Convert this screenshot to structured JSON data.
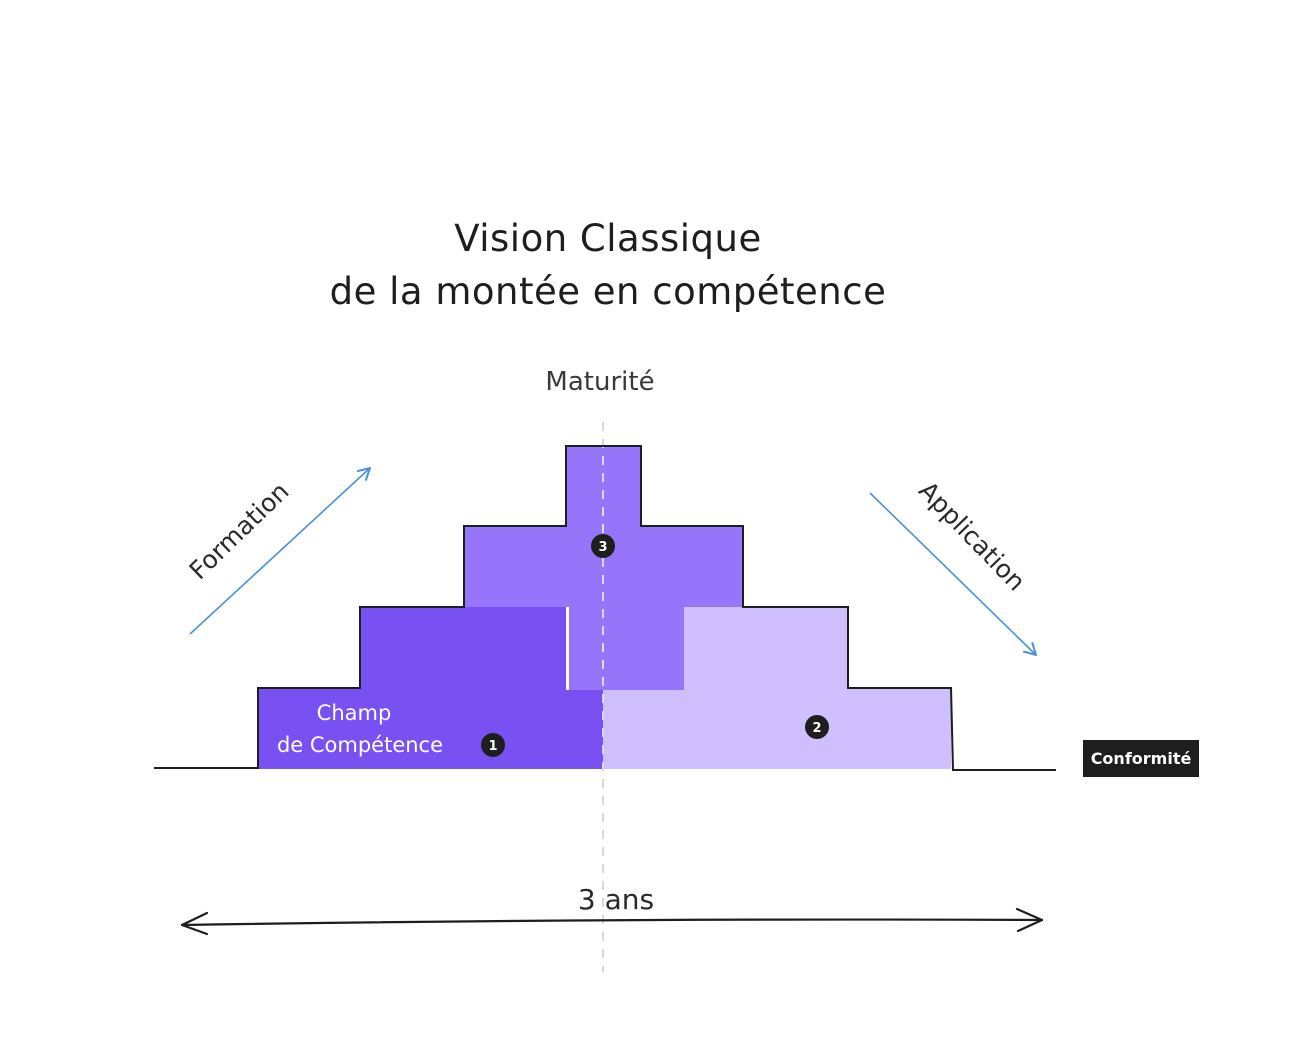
{
  "title": {
    "line1": "Vision Classique",
    "line2": "de la montée en compétence"
  },
  "axis": {
    "vertical_label": "Maturité"
  },
  "labels": {
    "formation": "Formation",
    "application": "Application",
    "champ_line1": "Champ",
    "champ_line2": "de Compétence",
    "conformite": "Conformité",
    "duration": "3 ans"
  },
  "badges": {
    "one": "1",
    "two": "2",
    "three": "3"
  },
  "colors": {
    "zone_1": "#7950f2",
    "zone_2": "#d0bfff",
    "zone_3": "#9775fa",
    "arrow_blue": "#4a90d9",
    "outline": "#1e1e1e",
    "badge": "#1e1e1e",
    "dashed_axis": "#d9d9d9"
  },
  "icons": {
    "formation_arrow": "arrow-up-right-icon",
    "application_arrow": "arrow-down-right-icon",
    "duration_arrow": "double-headed-arrow-icon"
  }
}
